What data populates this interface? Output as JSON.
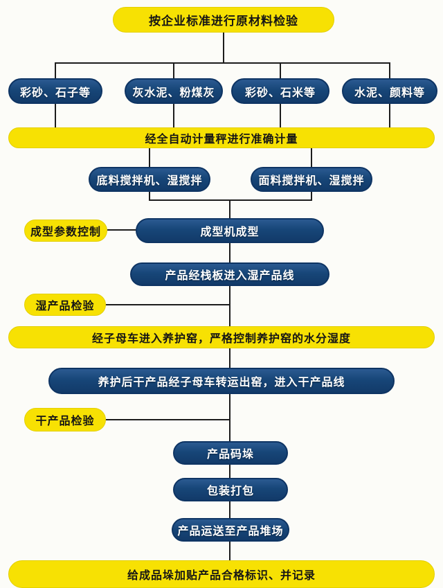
{
  "page": {
    "background": "#fcfcf8",
    "description_domain": "production process flowchart"
  },
  "colors": {
    "node_yellow": "#f7e103",
    "node_navy": "#174678",
    "navy_border": "#0e3463",
    "connector_line": "#1c1c1c",
    "text_on_yellow": "#151515",
    "text_on_navy": "#ffffff"
  },
  "nodes": {
    "top": {
      "label": "按企业标准进行原材料检验"
    },
    "materials": [
      {
        "label": "彩砂、石子等"
      },
      {
        "label": "灰水泥、粉煤灰"
      },
      {
        "label": "彩砂、石米等"
      },
      {
        "label": "水泥、颜料等"
      }
    ],
    "weigh": {
      "label": "经全自动计量秤进行准确计量"
    },
    "mixers": [
      {
        "label": "底料搅拌机、湿搅拌"
      },
      {
        "label": "面料搅拌机、湿搅拌"
      }
    ],
    "forming_param": {
      "label": "成型参数控制"
    },
    "forming": {
      "label": "成型机成型"
    },
    "wet_line": {
      "label": "产品经栈板进入湿产品线"
    },
    "wet_inspect": {
      "label": "湿产品检验"
    },
    "kiln": {
      "label": "经子母车进入养护窑，严格控制养护窑的水分湿度"
    },
    "dry_line": {
      "label": "养护后干产品经子母车转运出窑，进入干产品线"
    },
    "dry_inspect": {
      "label": "干产品检验"
    },
    "stack": {
      "label": "产品码垛"
    },
    "pack": {
      "label": "包装打包"
    },
    "transport": {
      "label": "产品运送至产品堆场"
    },
    "finished_label": {
      "label": "给成品垛加贴产品合格标识、并记录"
    }
  }
}
